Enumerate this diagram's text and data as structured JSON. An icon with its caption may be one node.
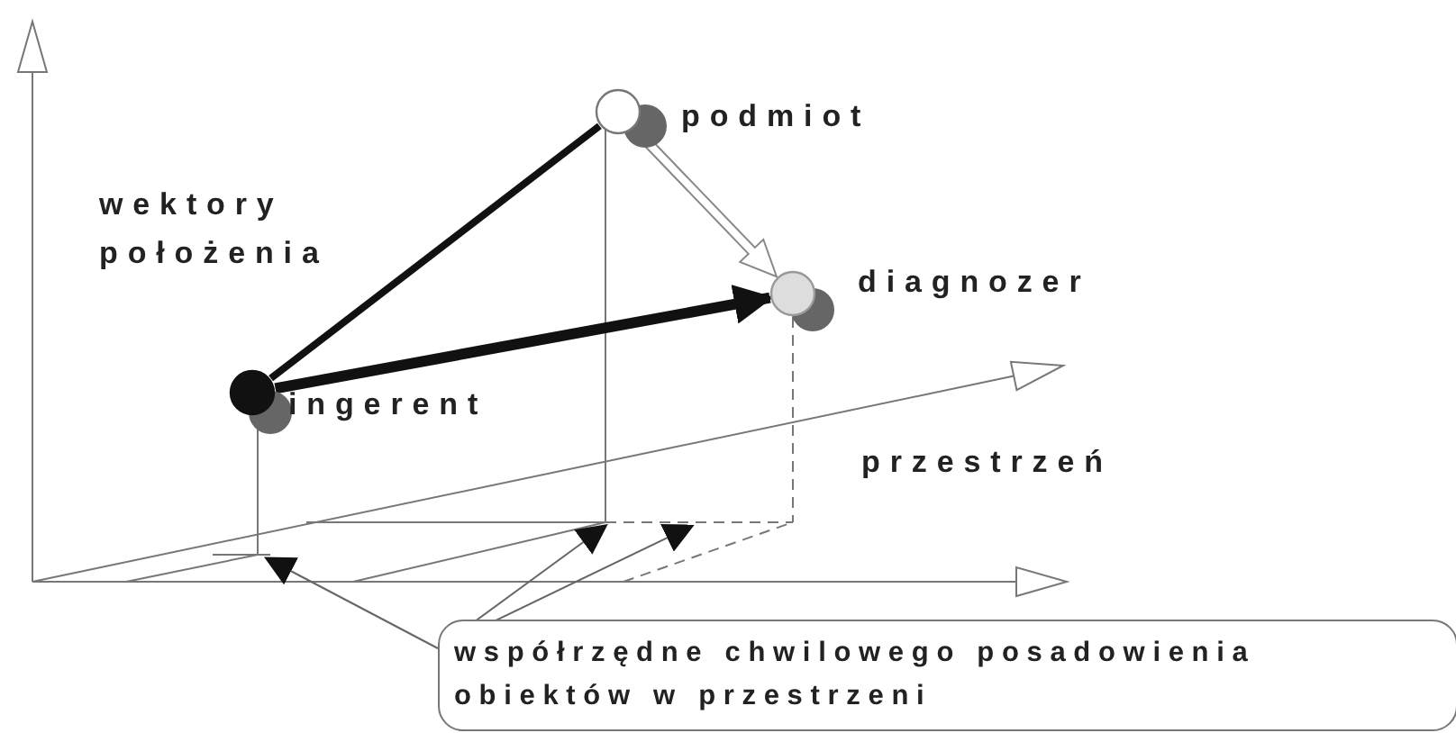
{
  "diagram": {
    "nodes": [
      {
        "text": [],
        "shape": "circle",
        "beside": [
          "ingerent"
        ]
      },
      {
        "text": [],
        "shape": "circle",
        "beside": [
          "podmiot"
        ]
      },
      {
        "text": [],
        "shape": "circle",
        "beside": [
          "diagnozer"
        ]
      },
      {
        "text": [
          "współrzędne chwilowego posadowienia obiektów w przestrzeni"
        ]
      }
    ],
    "edges": [
      {
        "from": 0,
        "to": 1,
        "arrow": "none",
        "style": "thick",
        "color": "#111111"
      },
      {
        "from": 0,
        "to": 2,
        "arrow": "to",
        "style": "thick",
        "color": "#111111"
      },
      {
        "from": 1,
        "to": 2,
        "arrow": "to",
        "color": "#ffffff"
      },
      {
        "from": 3,
        "to": null,
        "arrow": "to"
      },
      {
        "from": 3,
        "to": null,
        "arrow": "to"
      },
      {
        "from": 3,
        "to": null,
        "arrow": "to"
      }
    ],
    "labels": [
      "wektory położenia",
      "przestrzeń"
    ]
  }
}
